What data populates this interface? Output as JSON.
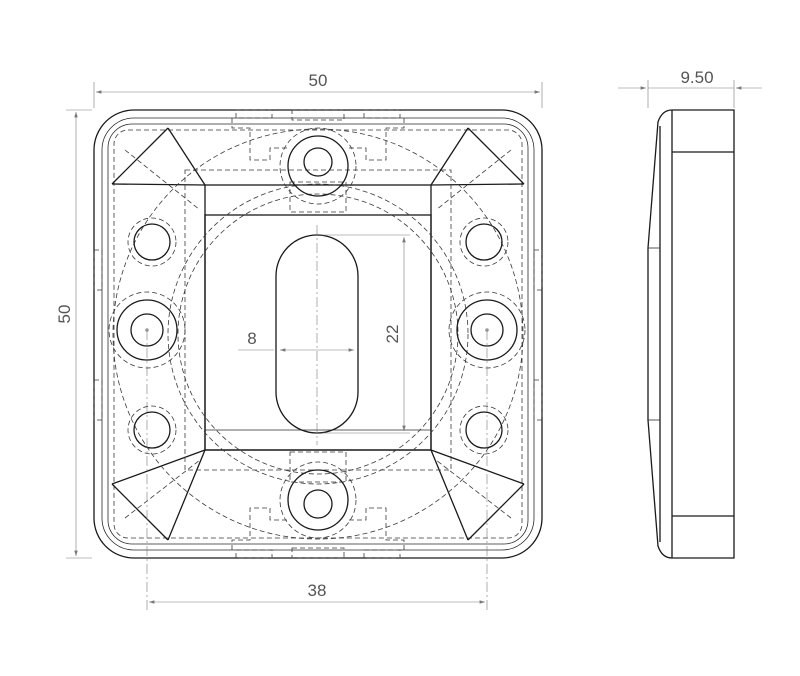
{
  "drawing": {
    "front_view": {
      "dimensions": {
        "overall_width": "50",
        "overall_height": "50",
        "hole_spacing": "38",
        "slot_width": "8",
        "slot_height": "22"
      }
    },
    "side_view": {
      "dimensions": {
        "thickness": "9.50"
      }
    }
  }
}
